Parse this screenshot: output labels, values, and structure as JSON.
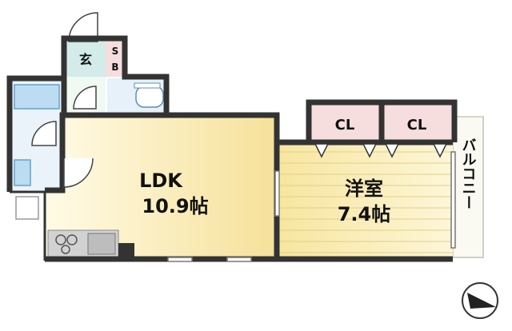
{
  "rooms": {
    "ldk": {
      "name": "LDK",
      "size": "10.9帖"
    },
    "western": {
      "name": "洋室",
      "size": "7.4帖"
    },
    "closet_1": {
      "name": "CL"
    },
    "closet_2": {
      "name": "CL"
    },
    "entrance": {
      "name": "玄"
    },
    "shoe_box": {
      "name": "SB"
    },
    "balcony": {
      "name": "バルコニー"
    }
  },
  "colors": {
    "wall": "#333333",
    "ldk_floor": "#f8e6a3",
    "western_floor": "#f5e7a6",
    "closet": "#f7e1e1",
    "wet_area": "#cfe6f5",
    "entrance": "#d6ecec",
    "balcony": "#fafaf4"
  },
  "icons": [
    "compass-icon",
    "stove-icon",
    "toilet-icon",
    "bathtub-icon",
    "washbasin-icon",
    "sink-icon"
  ]
}
